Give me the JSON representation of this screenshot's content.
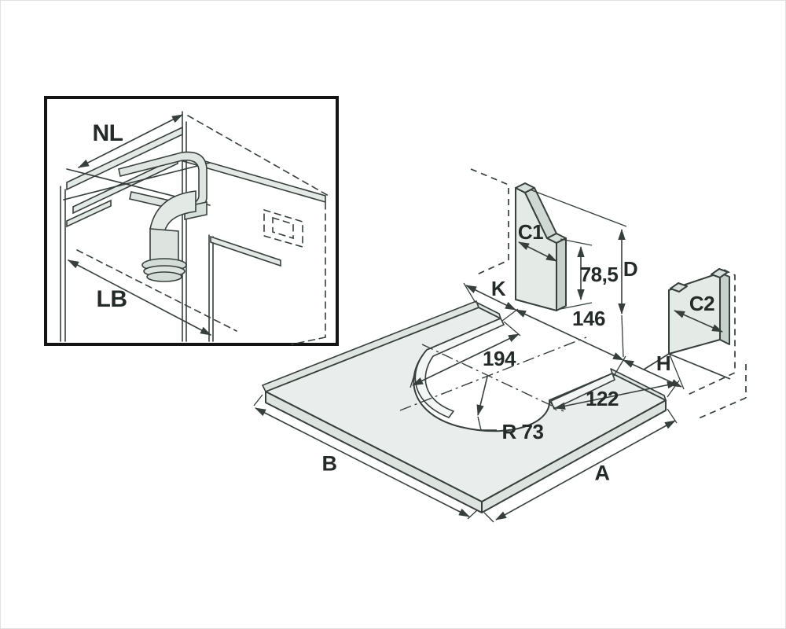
{
  "drawing": {
    "description": "Technical dimension drawing of a sink cabinet pull-out: cutout base plate with two brackets, plus inset of assembled unit",
    "colors": {
      "line": "#373f3c",
      "surface_fill": "#e9eeec",
      "edge_fill": "#dfe6e2",
      "strip_fill": "#c9d3cd",
      "background": "#ffffff"
    },
    "inset": {
      "labels": {
        "nl": "NL",
        "lb": "LB"
      }
    },
    "main": {
      "labels": {
        "c1": "C1",
        "c2": "C2",
        "k": "K",
        "h": "H",
        "d": "D",
        "a": "A",
        "b": "B"
      },
      "dimensions": {
        "height_785": "78,5",
        "width_146": "146",
        "width_194": "194",
        "width_122": "122",
        "radius": "R 73"
      }
    }
  }
}
